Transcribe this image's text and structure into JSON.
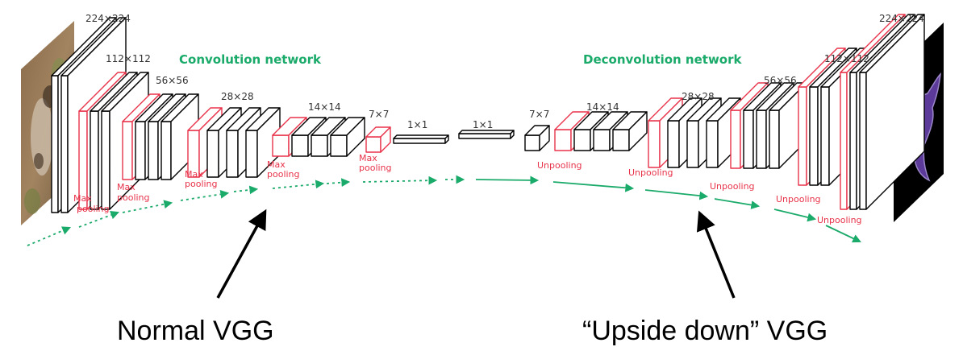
{
  "titles": {
    "conv": "Convolution network",
    "deconv": "Deconvolution network"
  },
  "dims": {
    "d224_left": "224×224",
    "d112_left": "112×112",
    "d56_left": "56×56",
    "d28_left": "28×28",
    "d14_left": "14×14",
    "d7_left": "7×7",
    "d1_left": "1×1",
    "d1_right": "1×1",
    "d7_right": "7×7",
    "d14_right": "14×14",
    "d28_right": "28×28",
    "d56_right": "56×56",
    "d112_right": "112×112",
    "d224_right": "224×224"
  },
  "pooling": {
    "max": "Max",
    "pool": "pooling",
    "unpooling": "Unpooling"
  },
  "captions": {
    "left": "Normal VGG",
    "right": "“Upside down” VGG"
  },
  "colors": {
    "green": "#1aaa6a",
    "red": "#e8334a",
    "black": "#000000"
  }
}
